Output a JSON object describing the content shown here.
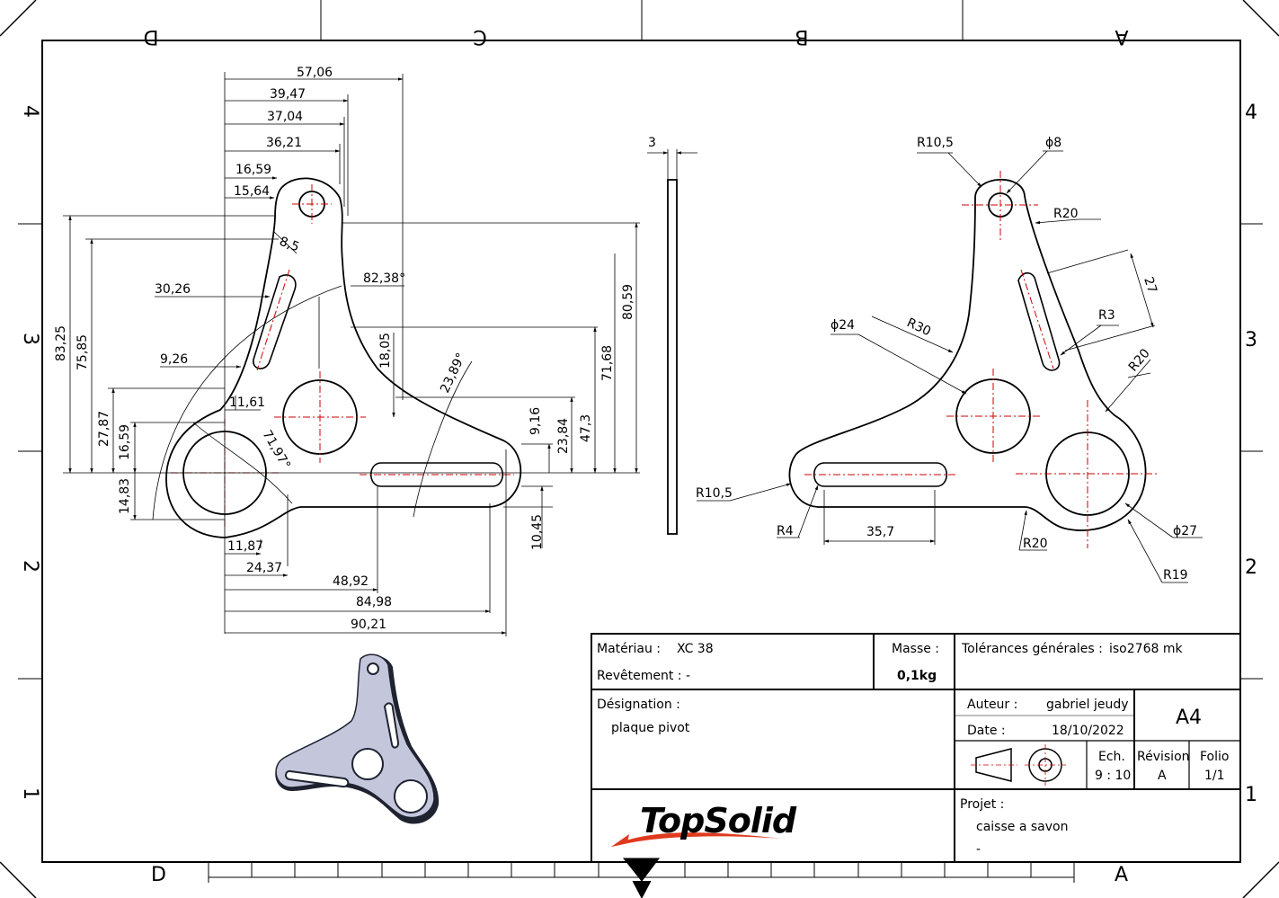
{
  "zones": {
    "columns": [
      "D",
      "C",
      "B",
      "A"
    ],
    "rows": [
      "4",
      "3",
      "2",
      "1"
    ]
  },
  "front_view": {
    "dims_top": [
      "57,06",
      "39,47",
      "37,04",
      "36,21",
      "16,59",
      "15,64"
    ],
    "dims_left": [
      "83,25",
      "75,85",
      "27,87",
      "16,59",
      "14,83"
    ],
    "dims_inner": [
      "8,5",
      "30,26",
      "82,38°",
      "9,26",
      "11,61",
      "71,97°",
      "18,05",
      "23,89°"
    ],
    "dims_right": [
      "80,59",
      "71,68",
      "47,3",
      "23,84",
      "9,16",
      "10,45"
    ],
    "dims_bottom": [
      "11,87",
      "24,37",
      "48,92",
      "84,98",
      "90,21"
    ]
  },
  "side_view": {
    "thickness": "3"
  },
  "right_view": {
    "labels": [
      "R10,5",
      "ϕ8",
      "R20",
      "27",
      "R3",
      "ϕ24",
      "R30",
      "R20",
      "R10,5",
      "R4",
      "35,7",
      "R20",
      "ϕ27",
      "R19"
    ]
  },
  "title_block": {
    "materiau_label": "Matériau :",
    "materiau_value": "XC 38",
    "revetement_label": "Revêtement : -",
    "masse_label": "Masse :",
    "masse_value": "0,1kg",
    "tolerances_label": "Tolérances générales :",
    "tolerances_value": "iso2768 mk",
    "designation_label": "Désignation :",
    "designation_value": "plaque pivot",
    "auteur_label": "Auteur :",
    "auteur_value": "gabriel jeudy",
    "date_label": "Date :",
    "date_value": "18/10/2022",
    "format": "A4",
    "ech_label": "Ech.",
    "ech_value": "9 : 10",
    "revision_label": "Révision",
    "revision_value": "A",
    "folio_label": "Folio",
    "folio_value": "1/1",
    "projet_label": "Projet :",
    "projet_value": "caisse a savon",
    "projet_extra": "-",
    "logo_text": "TopSolid"
  }
}
